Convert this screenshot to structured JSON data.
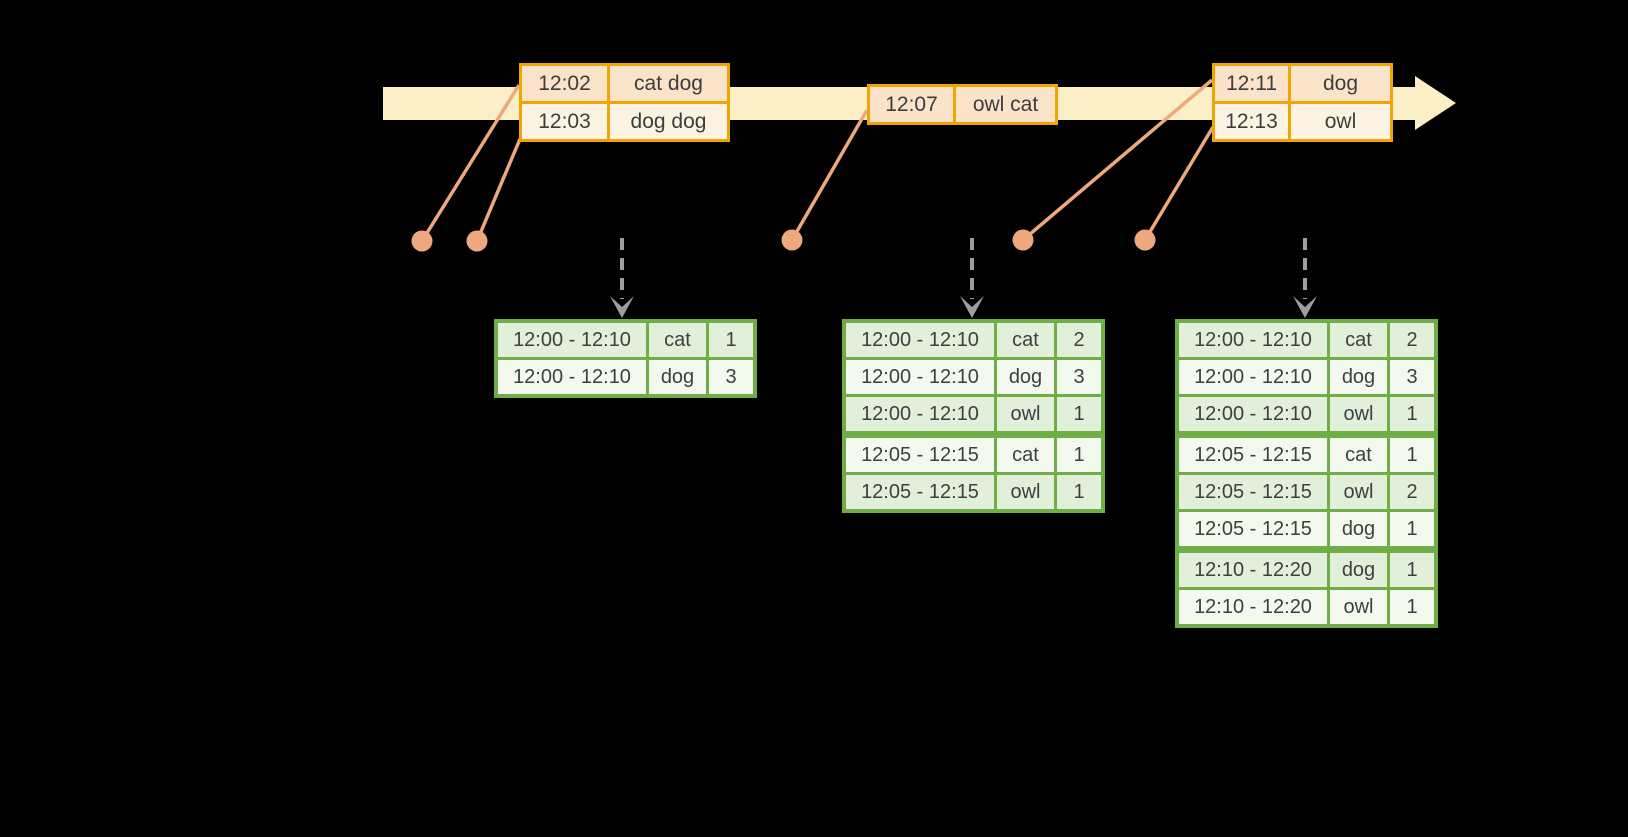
{
  "colors": {
    "background": "#000000",
    "timeline_band": "#FAEFC7",
    "event_box_border": "#F0A500",
    "event_row_dark": "#FAE3C8",
    "event_row_light": "#FCF3E2",
    "connector": "#EDA87E",
    "result_table_border": "#6FAE44",
    "result_row_green": "#E2EFDA",
    "result_row_white": "#F4F9F0",
    "trigger_arrow": "#9E9E9E",
    "text": "#3F3F3F"
  },
  "event_boxes": [
    {
      "rows": [
        {
          "time": "12:02",
          "words": "cat dog"
        },
        {
          "time": "12:03",
          "words": "dog dog"
        }
      ]
    },
    {
      "rows": [
        {
          "time": "12:07",
          "words": "owl cat"
        }
      ]
    },
    {
      "rows": [
        {
          "time": "12:11",
          "words": "dog"
        },
        {
          "time": "12:13",
          "words": "owl"
        }
      ]
    }
  ],
  "result_tables": [
    {
      "group_sizes": [
        2
      ],
      "rows": [
        {
          "window": "12:00 - 12:10",
          "word": "cat",
          "count": "1"
        },
        {
          "window": "12:00 - 12:10",
          "word": "dog",
          "count": "3"
        }
      ]
    },
    {
      "group_sizes": [
        3,
        2
      ],
      "rows": [
        {
          "window": "12:00 - 12:10",
          "word": "cat",
          "count": "2"
        },
        {
          "window": "12:00 - 12:10",
          "word": "dog",
          "count": "3"
        },
        {
          "window": "12:00 - 12:10",
          "word": "owl",
          "count": "1"
        },
        {
          "window": "12:05 - 12:15",
          "word": "cat",
          "count": "1"
        },
        {
          "window": "12:05 - 12:15",
          "word": "owl",
          "count": "1"
        }
      ]
    },
    {
      "group_sizes": [
        3,
        3,
        2
      ],
      "rows": [
        {
          "window": "12:00 - 12:10",
          "word": "cat",
          "count": "2"
        },
        {
          "window": "12:00 - 12:10",
          "word": "dog",
          "count": "3"
        },
        {
          "window": "12:00 - 12:10",
          "word": "owl",
          "count": "1"
        },
        {
          "window": "12:05 - 12:15",
          "word": "cat",
          "count": "1"
        },
        {
          "window": "12:05 - 12:15",
          "word": "owl",
          "count": "2"
        },
        {
          "window": "12:05 - 12:15",
          "word": "dog",
          "count": "1"
        },
        {
          "window": "12:10 - 12:20",
          "word": "dog",
          "count": "1"
        },
        {
          "window": "12:10 - 12:20",
          "word": "owl",
          "count": "1"
        }
      ]
    }
  ]
}
